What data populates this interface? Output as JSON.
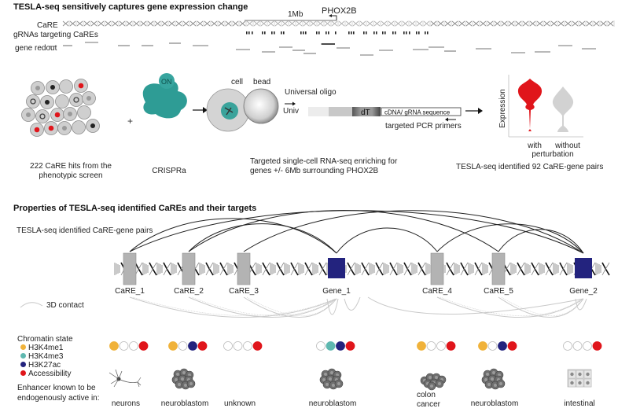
{
  "panel_top": {
    "title": "TESLA-seq sensitively captures gene expression change",
    "track_labels": {
      "care": "CaRE",
      "grnas": "gRNAs targeting CaREs",
      "gene_readout": "gene redout"
    },
    "scale_label": "1Mb",
    "gene_label": "PHOX2B",
    "steps": [
      {
        "caption": "222 CaRE hits from the phenotypic screen"
      },
      {
        "caption": "CRISPRa",
        "badge": "ON"
      },
      {
        "caption": "Targeted single-cell RNA-seq enriching for genes +/- 6Mb surrounding PHOX2B",
        "cell_label": "cell",
        "bead_label": "bead",
        "oligo_label": "Universal oligo",
        "univ_label": "Univ",
        "dt_label": "dT",
        "seq_label": "cDNA/ gRNA sequence",
        "primer_label": "targeted PCR primers"
      },
      {
        "caption": "TESLA-seq identified 92 CaRE-gene pairs",
        "y_axis": "Expression",
        "groups": [
          "with",
          "without"
        ],
        "group_axis": "perturbation",
        "colors": {
          "with": "#e0151b",
          "without": "#cfcfcf"
        }
      }
    ],
    "plus": "+"
  },
  "panel_bottom": {
    "title": "Properties of TESLA-seq identified  CaREs and their targets",
    "pairs_label": "TESLA-seq identified CaRE-gene pairs",
    "contact_label": "3D contact",
    "elements": [
      {
        "label": "CaRE_1",
        "kind": "care"
      },
      {
        "label": "CaRE_2",
        "kind": "care"
      },
      {
        "label": "CaRE_3",
        "kind": "care"
      },
      {
        "label": "Gene_1",
        "kind": "gene"
      },
      {
        "label": "CaRE_4",
        "kind": "care"
      },
      {
        "label": "CaRE_5",
        "kind": "care"
      },
      {
        "label": "Gene_2",
        "kind": "gene"
      }
    ],
    "pairs": [
      [
        "CaRE_1",
        "Gene_1"
      ],
      [
        "CaRE_2",
        "Gene_1"
      ],
      [
        "CaRE_3",
        "Gene_2"
      ],
      [
        "Gene_1",
        "CaRE_4"
      ],
      [
        "CaRE_4",
        "Gene_2"
      ],
      [
        "CaRE_5",
        "Gene_2"
      ],
      [
        "CaRE_1",
        "Gene_2"
      ],
      [
        "CaRE_2",
        "CaRE_5"
      ]
    ],
    "chromatin": {
      "title": "Chromatin state",
      "marks": [
        {
          "name": "H3K4me1",
          "color": "#f0b23a"
        },
        {
          "name": "H3K4me3",
          "color": "#5fb8b0"
        },
        {
          "name": "H3K27ac",
          "color": "#23237e"
        },
        {
          "name": "Accessibility",
          "color": "#e0151b"
        }
      ],
      "states": [
        [
          true,
          false,
          false,
          true
        ],
        [
          true,
          false,
          true,
          true
        ],
        [
          false,
          false,
          false,
          true
        ],
        [
          false,
          true,
          true,
          true
        ],
        [
          true,
          false,
          false,
          true
        ],
        [
          true,
          false,
          true,
          true
        ],
        [
          false,
          false,
          false,
          true
        ]
      ]
    },
    "activity": {
      "title": "Enhancer known to be endogenously active in:",
      "tissues": [
        {
          "label": "neurons",
          "icon": "neuron"
        },
        {
          "label": "neuroblastom",
          "icon": "cell-cluster"
        },
        {
          "label": "unknown",
          "icon": ""
        },
        {
          "label": "neuroblastom",
          "icon": "cell-cluster"
        },
        {
          "label": "colon cancer",
          "icon": "cell-cluster-flat"
        },
        {
          "label": "neuroblastom",
          "icon": "cell-cluster"
        },
        {
          "label": "intestinal",
          "icon": "epithelium"
        }
      ]
    },
    "colors": {
      "care": "#b3b3b3",
      "gene": "#23237e",
      "arc": "#222222",
      "contact": "#c8c8c8"
    }
  }
}
